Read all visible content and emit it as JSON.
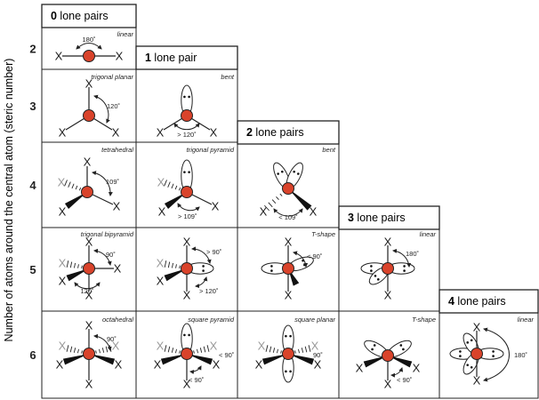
{
  "y_axis_label": "Number of atoms around the central atom (steric number)",
  "rows": [
    "2",
    "3",
    "4",
    "5",
    "6"
  ],
  "headers": [
    {
      "num": "0",
      "text": "lone pairs"
    },
    {
      "num": "1",
      "text": "lone pair"
    },
    {
      "num": "2",
      "text": "lone pairs"
    },
    {
      "num": "3",
      "text": "lone pairs"
    },
    {
      "num": "4",
      "text": "lone pairs"
    }
  ],
  "cells": {
    "r2c0": {
      "shape": "linear",
      "angle": "180˚"
    },
    "r3c0": {
      "shape": "trigonal planar",
      "angle": "120˚"
    },
    "r3c1": {
      "shape": "bent",
      "angle": "> 120˚"
    },
    "r4c0": {
      "shape": "tetrahedral",
      "angle": "109˚"
    },
    "r4c1": {
      "shape": "trigonal pyramid",
      "angle": "> 109˚"
    },
    "r4c2": {
      "shape": "bent",
      "angle": "< 109˚"
    },
    "r5c0": {
      "shape": "trigonal bipyramid",
      "angle_a": "90˚",
      "angle_b": "120˚"
    },
    "r5c1": {
      "angle_a": "> 90˚",
      "angle_b": "> 120˚"
    },
    "r5c2": {
      "shape": "T-shape",
      "angle": "< 90˚"
    },
    "r5c3": {
      "shape": "linear",
      "angle": "180˚"
    },
    "r6c0": {
      "shape": "octahedral",
      "angle": "90˚"
    },
    "r6c1": {
      "shape": "square pyramid",
      "angle_a": "< 90˚",
      "angle_b": "< 90˚"
    },
    "r6c2": {
      "shape": "square planar",
      "angle": "90˚"
    },
    "r6c3": {
      "shape": "T-shape",
      "angle": "< 90˚"
    },
    "r6c4": {
      "shape": "linear",
      "angle": "180˚"
    }
  },
  "symbols": {
    "ligand": "X",
    "electron": "•"
  },
  "colors": {
    "atom": "#d9432b",
    "line": "#222222",
    "box": "#222222",
    "ligand_back": "#9a9a9a"
  }
}
